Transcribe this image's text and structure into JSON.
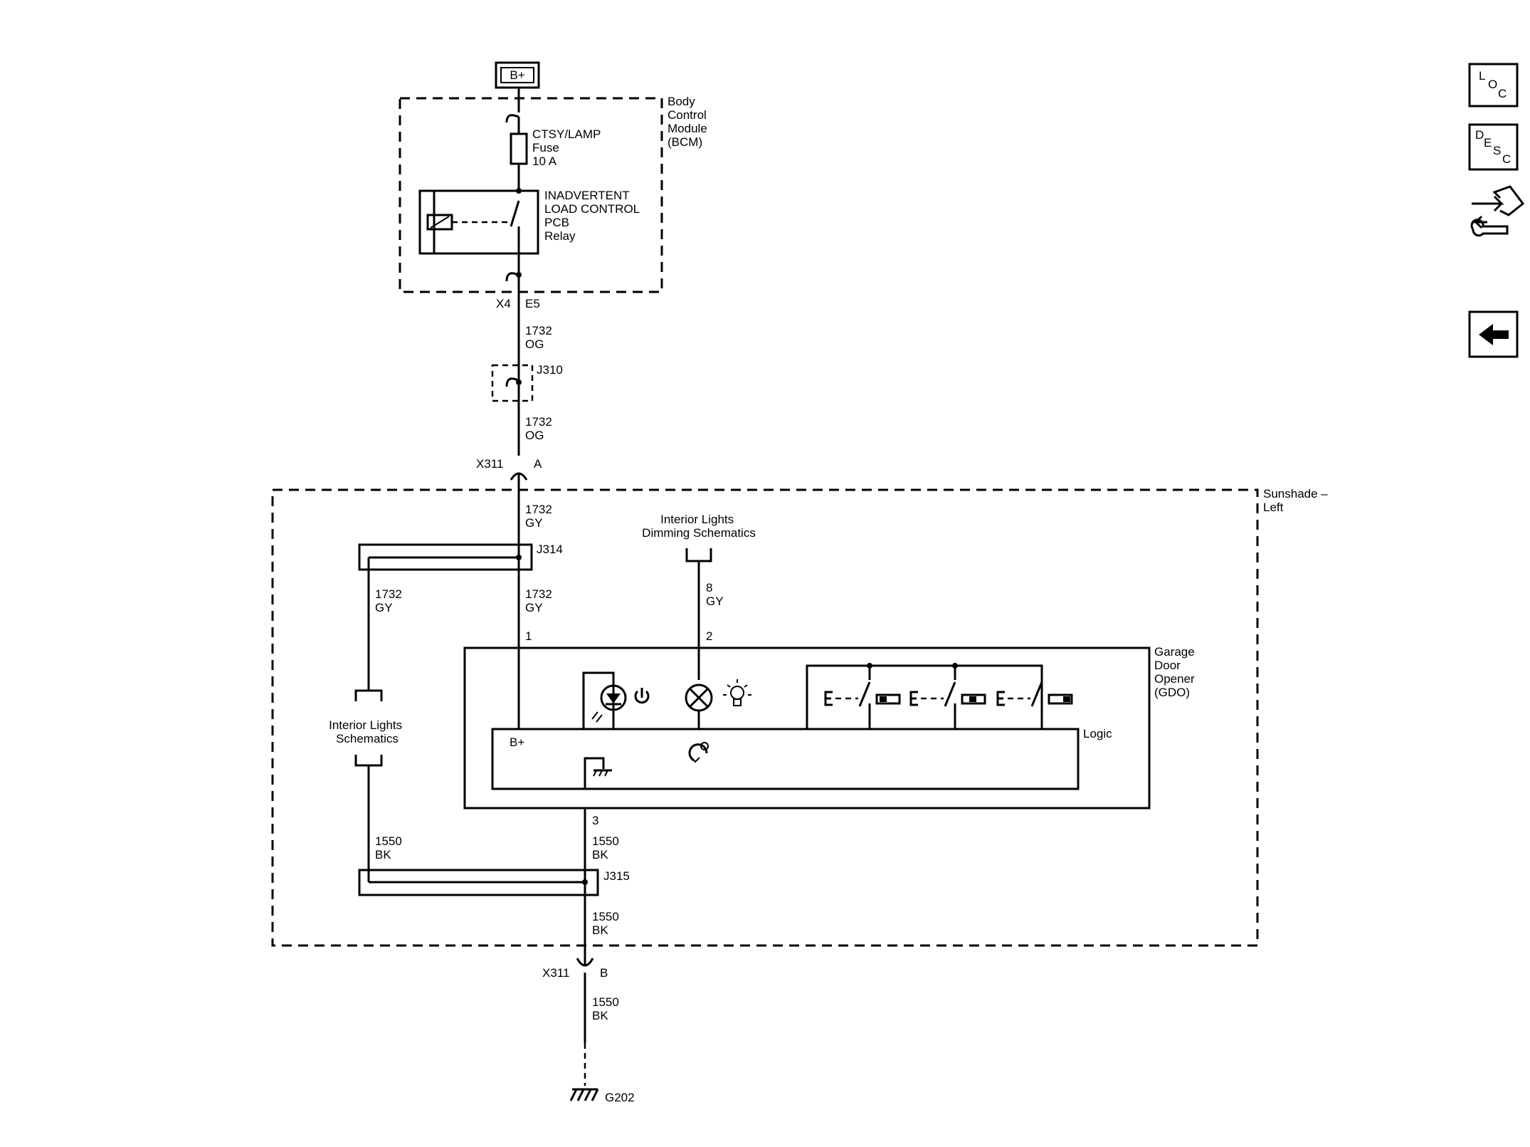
{
  "power": {
    "label": "B+"
  },
  "bcm": {
    "name": [
      "Body",
      "Control",
      "Module",
      "(BCM)"
    ],
    "fuse": [
      "CTSY/LAMP",
      "Fuse",
      "10 A"
    ],
    "relay": [
      "INADVERTENT",
      "LOAD CONTROL",
      "PCB",
      "Relay"
    ],
    "conn_connector": "X4",
    "conn_pin": "E5"
  },
  "wires": {
    "w1": [
      "1732",
      "OG"
    ],
    "w2": [
      "1732",
      "OG"
    ],
    "w3": [
      "1732",
      "GY"
    ],
    "w4": [
      "1732",
      "GY"
    ],
    "w5": [
      "1732",
      "GY"
    ],
    "w6": [
      "8",
      "GY"
    ],
    "w7": [
      "1550",
      "BK"
    ],
    "w8": [
      "1550",
      "BK"
    ],
    "w9": [
      "1550",
      "BK"
    ],
    "w10": [
      "1550",
      "BK"
    ]
  },
  "splices": {
    "j310": "J310",
    "j314": "J314",
    "j315": "J315"
  },
  "connectors": {
    "x311a": {
      "name": "X311",
      "pin": "A"
    },
    "x311b": {
      "name": "X311",
      "pin": "B"
    }
  },
  "sunshade": {
    "name": [
      "Sunshade –",
      "Left"
    ]
  },
  "refs": {
    "dimming": [
      "Interior Lights",
      "Dimming Schematics"
    ],
    "interior": [
      "Interior Lights",
      "Schematics"
    ]
  },
  "gdo": {
    "name": [
      "Garage",
      "Door",
      "Opener",
      "(GDO)"
    ],
    "pins": [
      "1",
      "2",
      "3"
    ],
    "logic": "Logic",
    "bplus": "B+"
  },
  "ground": {
    "label": "G202"
  },
  "nav": {
    "loc": [
      "L",
      "O",
      "C"
    ],
    "desc": [
      "D",
      "E",
      "S",
      "C"
    ]
  }
}
